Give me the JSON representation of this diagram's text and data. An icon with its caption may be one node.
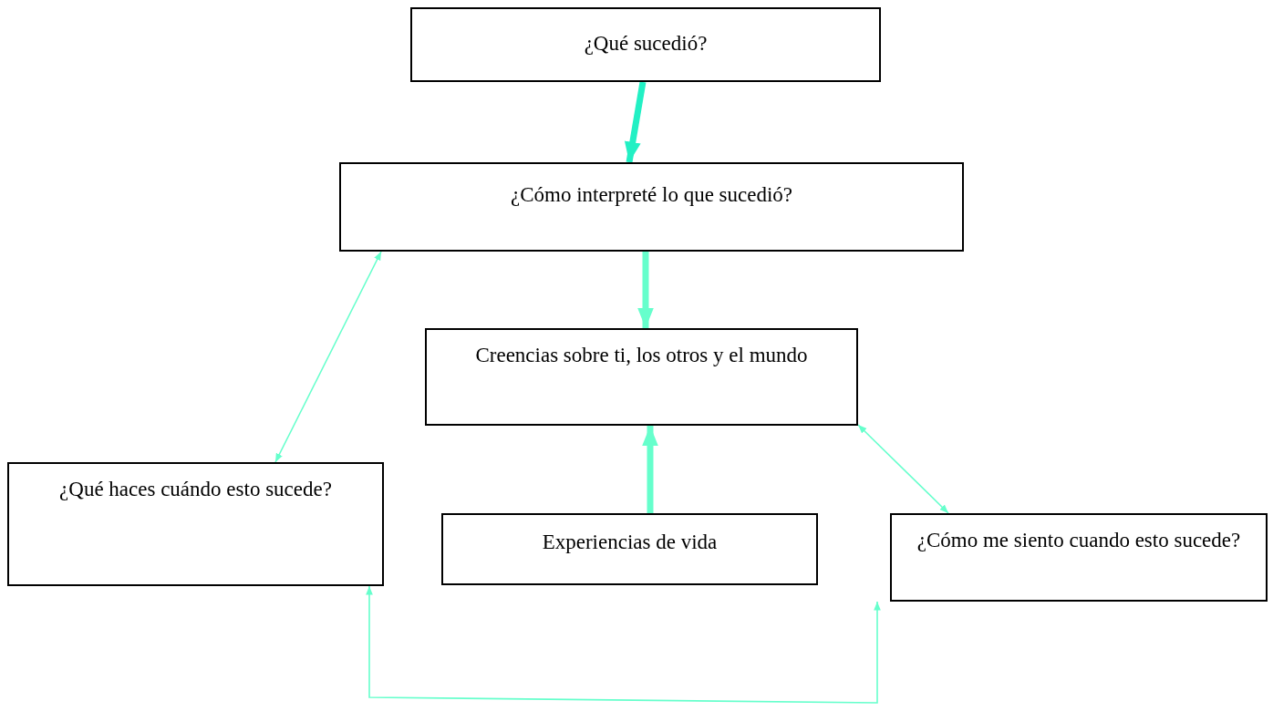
{
  "diagram": {
    "nodes": [
      {
        "text": [
          "¿Qué sucedió?"
        ]
      },
      {
        "text": [
          "¿Cómo interpreté lo que sucedió?"
        ]
      },
      {
        "text": [
          "Creencias sobre ti, los otros y el mundo"
        ]
      },
      {
        "text": [
          "¿Qué haces cuándo esto sucede?"
        ]
      },
      {
        "text": [
          "Experiencias de vida"
        ]
      },
      {
        "text": [
          "¿Cómo me siento cuando esto sucede?"
        ]
      }
    ],
    "edges": [
      {
        "from": 0,
        "to": 1,
        "arrow": "to",
        "style": "thick",
        "color": "#22f0c4"
      },
      {
        "from": 1,
        "to": 2,
        "arrow": "to",
        "style": "thick"
      },
      {
        "from": 4,
        "to": 2,
        "arrow": "to",
        "style": "thick"
      },
      {
        "from": 1,
        "to": 3,
        "arrow": "both"
      },
      {
        "from": 2,
        "to": 5,
        "arrow": "both"
      },
      {
        "from": 3,
        "to": 5,
        "arrow": "both"
      }
    ]
  }
}
